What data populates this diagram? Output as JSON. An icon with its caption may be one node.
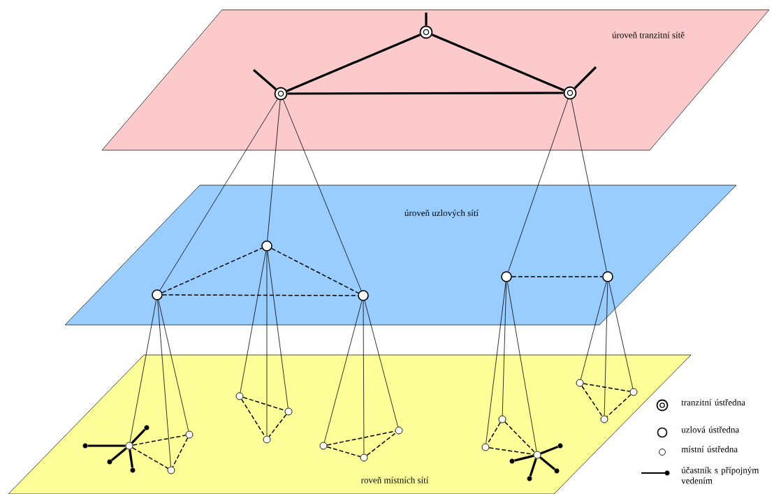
{
  "diagram": {
    "nodes": [
      {
        "text": [
          "úroveň tranzitní sítě"
        ]
      },
      {
        "text": [],
        "shape": "circle",
        "in": 0
      },
      {
        "text": [],
        "shape": "circle",
        "in": 0
      },
      {
        "text": [],
        "shape": "circle",
        "in": 0
      },
      {
        "text": [
          "úroveň uzlových sítí"
        ]
      },
      {
        "text": [],
        "shape": "circle",
        "in": 4
      },
      {
        "text": [],
        "shape": "circle",
        "in": 4
      },
      {
        "text": [],
        "shape": "circle",
        "in": 4
      },
      {
        "text": [],
        "shape": "circle",
        "in": 4
      },
      {
        "text": [],
        "shape": "circle",
        "in": 4
      },
      {
        "text": [
          "roveň místních sítí"
        ]
      },
      {
        "text": [],
        "shape": "circle",
        "in": 10
      },
      {
        "text": [],
        "shape": "circle",
        "in": 10
      },
      {
        "text": [],
        "shape": "circle",
        "in": 10
      },
      {
        "text": [],
        "shape": "circle",
        "in": 10
      },
      {
        "text": [],
        "shape": "circle",
        "in": 10
      },
      {
        "text": [],
        "shape": "circle",
        "in": 10
      },
      {
        "text": [],
        "shape": "circle",
        "in": 10
      },
      {
        "text": [],
        "shape": "circle",
        "in": 10
      },
      {
        "text": [],
        "shape": "circle",
        "in": 10
      },
      {
        "text": [],
        "shape": "circle",
        "in": 10
      },
      {
        "text": [],
        "shape": "circle",
        "in": 10
      },
      {
        "text": [],
        "shape": "circle",
        "in": 10
      },
      {
        "text": [],
        "shape": "circle",
        "in": 10
      },
      {
        "text": [],
        "shape": "circle",
        "in": 10
      },
      {
        "text": [],
        "shape": "circle",
        "in": 10
      },
      {
        "text": [],
        "shape": "dot",
        "in": 10
      },
      {
        "text": [],
        "shape": "dot",
        "in": 10
      },
      {
        "text": [],
        "shape": "dot",
        "in": 10
      },
      {
        "text": [],
        "shape": "dot",
        "in": 10
      },
      {
        "text": [],
        "shape": "dot",
        "in": 10
      },
      {
        "text": [],
        "shape": "dot",
        "in": 10
      },
      {
        "text": [],
        "shape": "dot",
        "in": 10
      },
      {
        "text": [],
        "shape": "dot",
        "in": 10
      }
    ],
    "edges": [
      {
        "from": 1,
        "to": 2,
        "arrow": "none",
        "style": "thick"
      },
      {
        "from": 1,
        "to": 3,
        "arrow": "none",
        "style": "thick"
      },
      {
        "from": 2,
        "to": 3,
        "arrow": "none",
        "style": "thick"
      },
      {
        "from": 1,
        "to": null,
        "arrow": "none",
        "style": "thick"
      },
      {
        "from": 2,
        "to": null,
        "arrow": "none",
        "style": "thick"
      },
      {
        "from": 3,
        "to": null,
        "arrow": "none",
        "style": "thick"
      },
      {
        "from": 2,
        "to": 5,
        "arrow": "none"
      },
      {
        "from": 2,
        "to": 6,
        "arrow": "none"
      },
      {
        "from": 2,
        "to": 7,
        "arrow": "none"
      },
      {
        "from": 3,
        "to": 8,
        "arrow": "none"
      },
      {
        "from": 3,
        "to": 9,
        "arrow": "none"
      },
      {
        "from": 5,
        "to": 6,
        "arrow": "none",
        "style": "dashed"
      },
      {
        "from": 5,
        "to": 7,
        "arrow": "none",
        "style": "dashed"
      },
      {
        "from": 6,
        "to": 7,
        "arrow": "none",
        "style": "dashed"
      },
      {
        "from": 8,
        "to": 9,
        "arrow": "none",
        "style": "dashed"
      },
      {
        "from": 5,
        "to": 11,
        "arrow": "none"
      },
      {
        "from": 5,
        "to": 13,
        "arrow": "none"
      },
      {
        "from": 5,
        "to": 12,
        "arrow": "none"
      },
      {
        "from": 6,
        "to": 14,
        "arrow": "none"
      },
      {
        "from": 6,
        "to": 16,
        "arrow": "none"
      },
      {
        "from": 6,
        "to": 15,
        "arrow": "none"
      },
      {
        "from": 7,
        "to": 17,
        "arrow": "none"
      },
      {
        "from": 7,
        "to": 19,
        "arrow": "none"
      },
      {
        "from": 7,
        "to": 18,
        "arrow": "none"
      },
      {
        "from": 8,
        "to": 21,
        "arrow": "none"
      },
      {
        "from": 8,
        "to": 20,
        "arrow": "none"
      },
      {
        "from": 8,
        "to": 22,
        "arrow": "none"
      },
      {
        "from": 9,
        "to": 23,
        "arrow": "none"
      },
      {
        "from": 9,
        "to": 25,
        "arrow": "none"
      },
      {
        "from": 9,
        "to": 24,
        "arrow": "none"
      },
      {
        "from": 11,
        "to": 12,
        "arrow": "none",
        "style": "dashed"
      },
      {
        "from": 11,
        "to": 13,
        "arrow": "none",
        "style": "dashed"
      },
      {
        "from": 12,
        "to": 13,
        "arrow": "none",
        "style": "dashed"
      },
      {
        "from": 14,
        "to": 15,
        "arrow": "none",
        "style": "dashed"
      },
      {
        "from": 14,
        "to": 16,
        "arrow": "none",
        "style": "dashed"
      },
      {
        "from": 15,
        "to": 16,
        "arrow": "none",
        "style": "dashed"
      },
      {
        "from": 17,
        "to": 18,
        "arrow": "none",
        "style": "dashed"
      },
      {
        "from": 17,
        "to": 19,
        "arrow": "none",
        "style": "dashed"
      },
      {
        "from": 19,
        "to": 18,
        "arrow": "none",
        "style": "dashed"
      },
      {
        "from": 20,
        "to": 21,
        "arrow": "none",
        "style": "dashed"
      },
      {
        "from": 21,
        "to": 22,
        "arrow": "none",
        "style": "dashed"
      },
      {
        "from": 20,
        "to": 22,
        "arrow": "none",
        "style": "dashed"
      },
      {
        "from": 23,
        "to": 24,
        "arrow": "none",
        "style": "dashed"
      },
      {
        "from": 23,
        "to": 25,
        "arrow": "none",
        "style": "dashed"
      },
      {
        "from": 24,
        "to": 25,
        "arrow": "none",
        "style": "dashed"
      },
      {
        "from": 11,
        "to": 26,
        "arrow": "none",
        "style": "thick"
      },
      {
        "from": 11,
        "to": 27,
        "arrow": "none",
        "style": "thick"
      },
      {
        "from": 11,
        "to": 28,
        "arrow": "none",
        "style": "thick"
      },
      {
        "from": 11,
        "to": 29,
        "arrow": "none",
        "style": "thick"
      },
      {
        "from": 22,
        "to": 30,
        "arrow": "none",
        "style": "thick"
      },
      {
        "from": 22,
        "to": 31,
        "arrow": "none",
        "style": "thick"
      },
      {
        "from": 22,
        "to": 32,
        "arrow": "none",
        "style": "thick"
      },
      {
        "from": 22,
        "to": 33,
        "arrow": "none",
        "style": "thick"
      }
    ],
    "legend": [
      {
        "text": "tranzitní ústředna"
      },
      {
        "text": "uzlová ústředna"
      },
      {
        "text": "místní ústředna"
      },
      {
        "text": "účastník s přípojným vedením"
      }
    ]
  }
}
